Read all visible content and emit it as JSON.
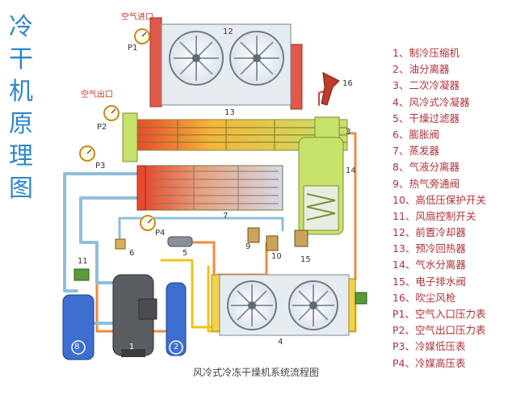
{
  "side_title": [
    "冷",
    "干",
    "机",
    "原",
    "理",
    "图"
  ],
  "legend": [
    "1、制冷压缩机",
    "2、油分离器",
    "3、二次冷凝器",
    "4、风冷式冷凝器",
    "5、干燥过滤器",
    "6、膨胀阀",
    "7、蒸发器",
    "8、气液分离器",
    "9、热气旁通阀",
    "10、高低压保护开关",
    "11、风扇控制开关",
    "12、前置冷却器",
    "13、预冷回热器",
    "14、气水分离器",
    "15、电子排水阀",
    "16、吹尘风枪",
    "P1、空气入口压力表",
    "P2、空气出口压力表",
    "P3、冷媒低压表",
    "P4、冷媒高压表"
  ],
  "labels": {
    "air_inlet": "空气进口",
    "air_outlet": "空气出口",
    "p1": "P1",
    "p2": "P2",
    "p3": "P3",
    "p4": "P4",
    "n12": "12",
    "n13": "13",
    "n3": "3",
    "n14": "14",
    "n16": "16",
    "n7": "7",
    "n6": "6",
    "n5": "5",
    "n9": "9",
    "n10": "10",
    "n15": "15",
    "n11": "11",
    "n4": "4",
    "n8": "8",
    "n2": "2",
    "n1": "1"
  },
  "caption": "风冷式冷冻干燥机系统流程图",
  "colors": {
    "title": "#2f86c8",
    "legend": "#b0303a",
    "hot_pipe": "#f28a3c",
    "cool_pipe": "#8fbedc",
    "gas_pipe": "#f0c419",
    "hx_green": "#c6e26a",
    "tank_blue": "#3d6fd1"
  }
}
